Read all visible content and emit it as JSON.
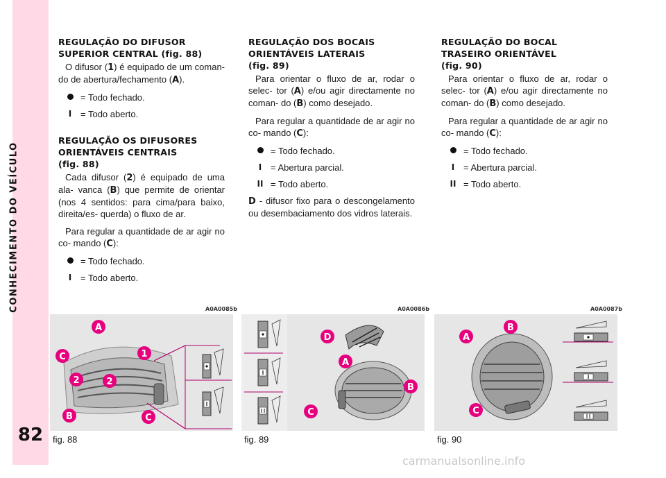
{
  "sidebar": {
    "section_title": "CONHECIMENTO DO VEÍCULO",
    "page_number": "82"
  },
  "col1": {
    "h1_title": "REGULAÇÃO DO DIFUSOR SUPERIOR CENTRAL",
    "h1_ref": "(fig. 88)",
    "p1_a": "O difusor (",
    "p1_b1": "1",
    "p1_c": ") é equipado de um coman- do de abertura/fechamento (",
    "p1_b2": "A",
    "p1_d": ").",
    "l1": "= Todo fechado.",
    "l2_sym": "I",
    "l2": "= Todo aberto.",
    "h2_title": "REGULAÇÃO OS DIFUSORES ORIENTÁVEIS CENTRAIS",
    "h2_ref": "(fig. 88)",
    "p2_a": "Cada difusor (",
    "p2_b1": "2",
    "p2_c": ") é equipado de uma ala- vanca (",
    "p2_b2": "B",
    "p2_d": ") que permite de orientar (nos 4 sentidos: para cima/para baixo, direita/es- querda) o fluxo de ar.",
    "p3_a": "Para regular a quantidade de ar agir no co- mando (",
    "p3_b": "C",
    "p3_c": "):",
    "l3": "= Todo fechado.",
    "l4_sym": "I",
    "l4": "= Todo aberto."
  },
  "col2": {
    "h_title": "REGULAÇÃO DOS BOCAIS ORIENTÁVEIS LATERAIS",
    "h_ref": "(fig. 89)",
    "p1_a": "Para orientar o fluxo de ar, rodar o selec- tor (",
    "p1_b1": "A",
    "p1_c": ") e/ou agir directamente no coman- do (",
    "p1_b2": "B",
    "p1_d": ") como desejado.",
    "p2_a": "Para regular a quantidade de ar agir no co- mando (",
    "p2_b": "C",
    "p2_c": "):",
    "l1": "= Todo fechado.",
    "l2_sym": "I",
    "l2": "= Abertura parcial.",
    "l3_sym": "II",
    "l3": "= Todo aberto.",
    "p3_b": "D",
    "p3_a": " - difusor fixo para o descongelamento ou desembaciamento dos vidros laterais."
  },
  "col3": {
    "h_title": "REGULAÇÃO DO BOCAL TRASEIRO ORIENTÁVEL",
    "h_ref": "(fig. 90)",
    "p1_a": "Para orientar o fluxo de ar, rodar o selec- tor (",
    "p1_b1": "A",
    "p1_c": ") e/ou agir directamente no coman- do (",
    "p1_b2": "B",
    "p1_d": ") como desejado.",
    "p2_a": "Para regular a quantidade de ar agir no co- mando (",
    "p2_b": "C",
    "p2_c": "):",
    "l1": "= Todo fechado.",
    "l2_sym": "I",
    "l2": "= Abertura parcial.",
    "l3_sym": "II",
    "l3": "= Todo aberto."
  },
  "figures": [
    {
      "code": "A0A0085b",
      "caption": "fig. 88",
      "labels": [
        "A",
        "1",
        "C",
        "2",
        "2",
        "B",
        "C"
      ]
    },
    {
      "code": "A0A0086b",
      "caption": "fig. 89",
      "labels": [
        "D",
        "A",
        "B",
        "C"
      ]
    },
    {
      "code": "A0A0087b",
      "caption": "fig. 90",
      "labels": [
        "A",
        "B",
        "C"
      ]
    }
  ],
  "marker_symbols": {
    "i": "I",
    "ii": "II"
  },
  "colors": {
    "sidebar": "#ffd9e6",
    "callout": "#e6007e",
    "figure_bg": "#e8e8e8"
  },
  "watermark": "carmanualsonline.info"
}
